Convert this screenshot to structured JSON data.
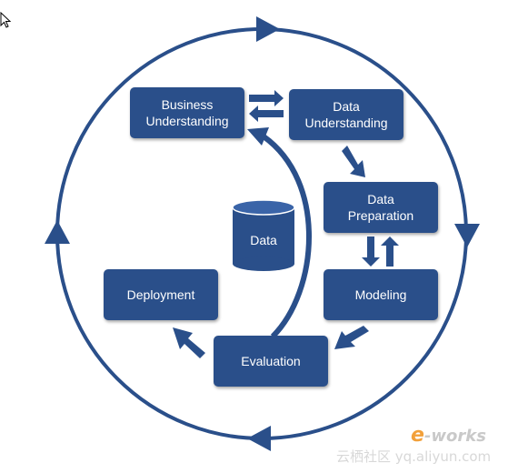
{
  "steps": {
    "business_understanding": "Business\nUnderstanding",
    "data_understanding": "Data\nUnderstanding",
    "data_preparation": "Data\nPreparation",
    "modeling": "Modeling",
    "evaluation": "Evaluation",
    "deployment": "Deployment",
    "data": "Data"
  },
  "watermark": {
    "logo_e": "e",
    "logo_rest": "-works",
    "site": "云栖社区 yq.aliyun.com"
  },
  "colors": {
    "box": "#2a4f8a",
    "ring": "#2a4f8a",
    "background": "#ffffff"
  }
}
